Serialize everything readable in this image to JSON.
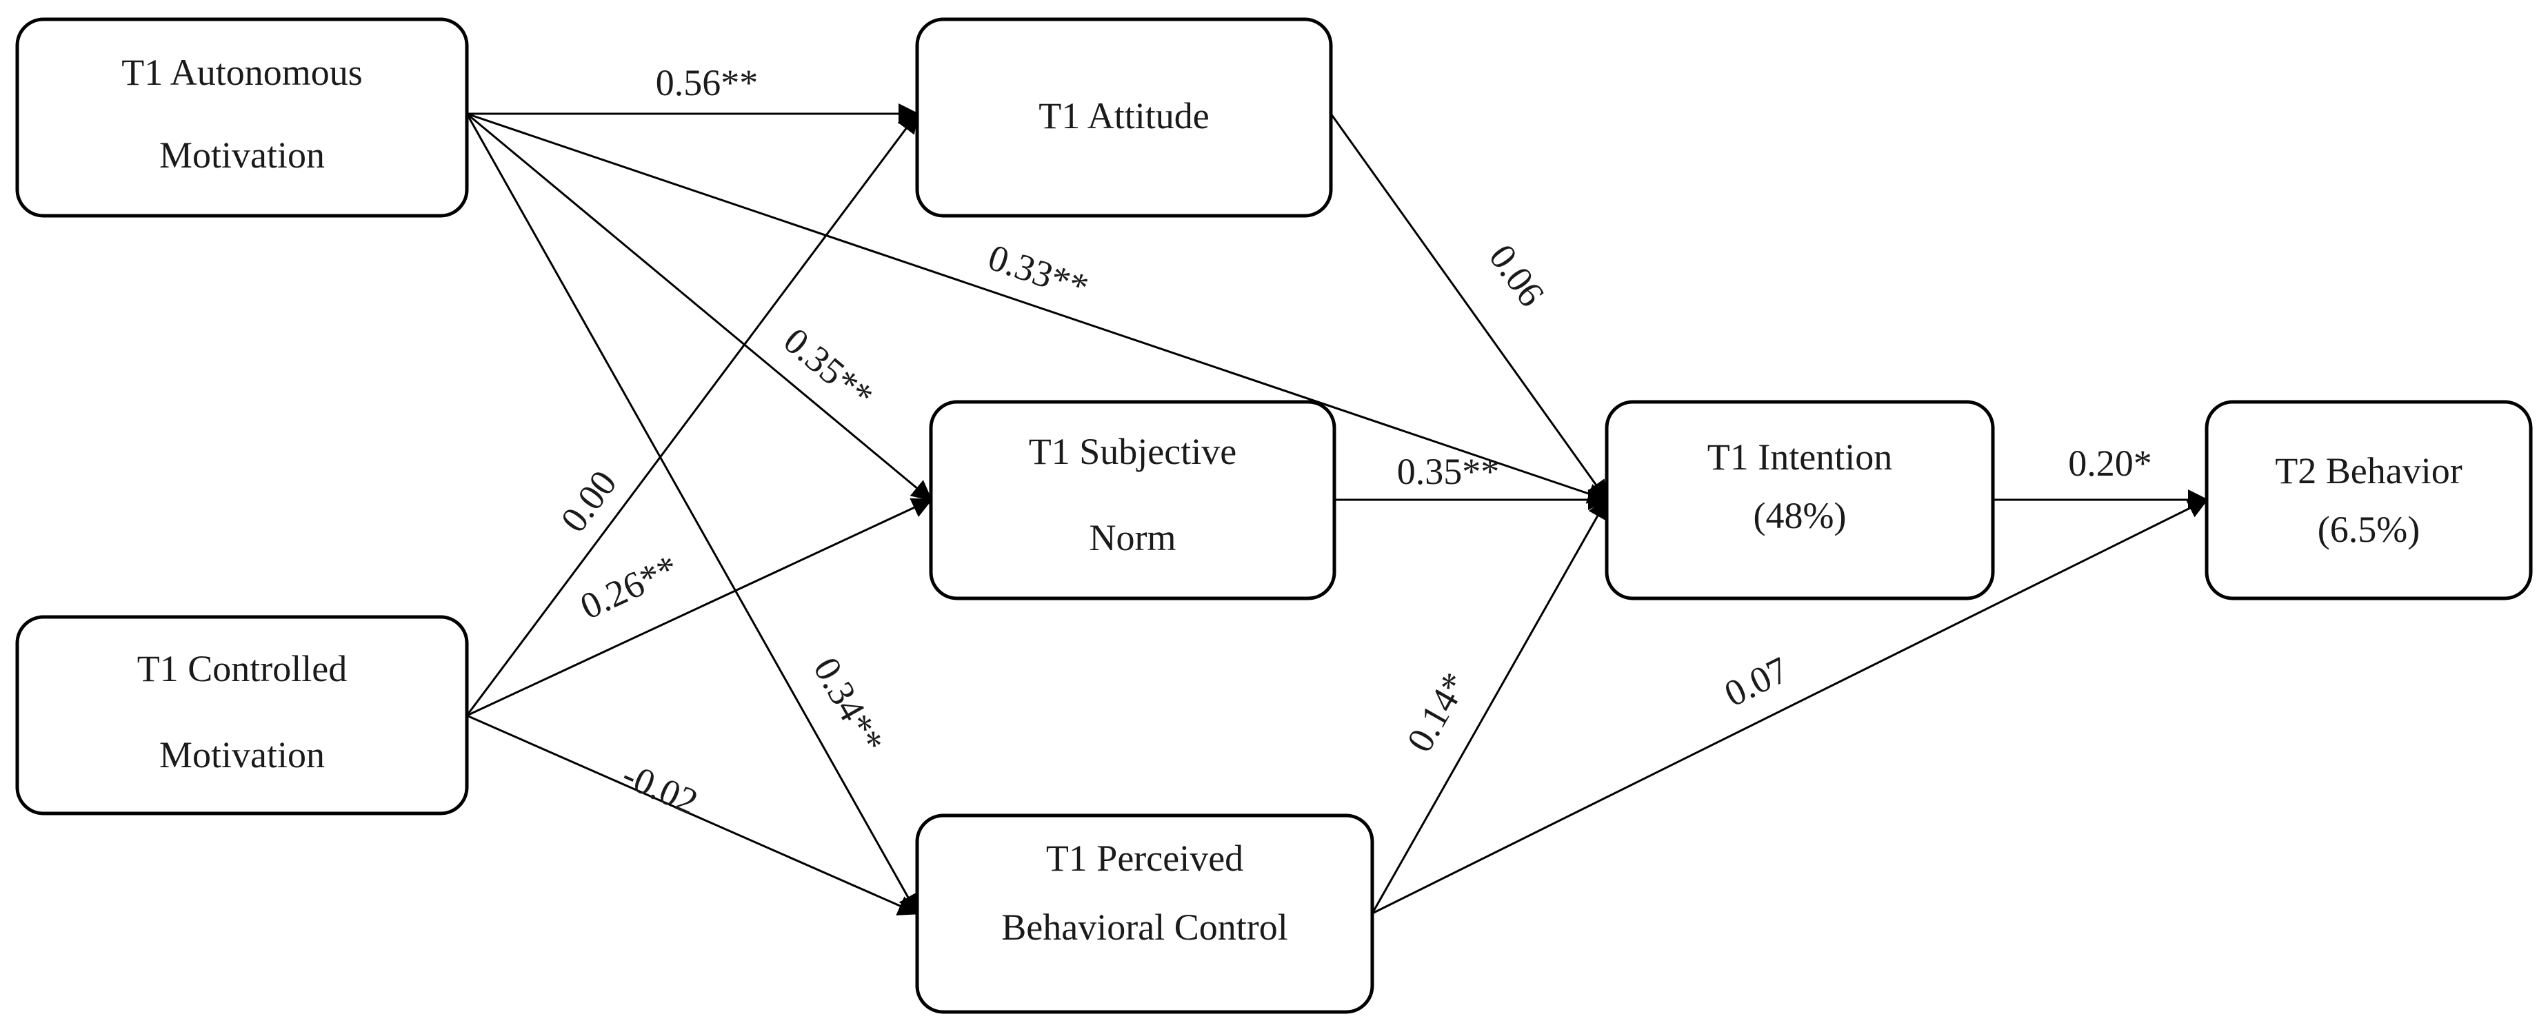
{
  "nodes": [
    {
      "id": "auto",
      "lines": [
        "T1 Autonomous",
        "Motivation"
      ]
    },
    {
      "id": "ctrl",
      "lines": [
        "T1 Controlled",
        "Motivation"
      ]
    },
    {
      "id": "att",
      "lines": [
        "T1 Attitude"
      ]
    },
    {
      "id": "sn",
      "lines": [
        "T1 Subjective",
        "Norm"
      ]
    },
    {
      "id": "pbc",
      "lines": [
        "T1 Perceived",
        "Behavioral Control"
      ]
    },
    {
      "id": "int",
      "lines": [
        "T1 Intention",
        "(48%)"
      ]
    },
    {
      "id": "beh",
      "lines": [
        "T2 Behavior",
        "(6.5%)"
      ]
    }
  ],
  "edges": [
    {
      "from": "auto",
      "to": "att",
      "label": "0.56**"
    },
    {
      "from": "auto",
      "to": "int",
      "label": "0.33**"
    },
    {
      "from": "auto",
      "to": "sn",
      "label": "0.35**"
    },
    {
      "from": "auto",
      "to": "pbc",
      "label": "0.34**"
    },
    {
      "from": "ctrl",
      "to": "att",
      "label": "0.00"
    },
    {
      "from": "ctrl",
      "to": "sn",
      "label": "0.26**"
    },
    {
      "from": "ctrl",
      "to": "pbc",
      "label": "-0.02"
    },
    {
      "from": "att",
      "to": "int",
      "label": "0.06"
    },
    {
      "from": "sn",
      "to": "int",
      "label": "0.35**"
    },
    {
      "from": "pbc",
      "to": "int",
      "label": "0.14*"
    },
    {
      "from": "pbc",
      "to": "beh",
      "label": "0.07"
    },
    {
      "from": "int",
      "to": "beh",
      "label": "0.20*"
    }
  ]
}
